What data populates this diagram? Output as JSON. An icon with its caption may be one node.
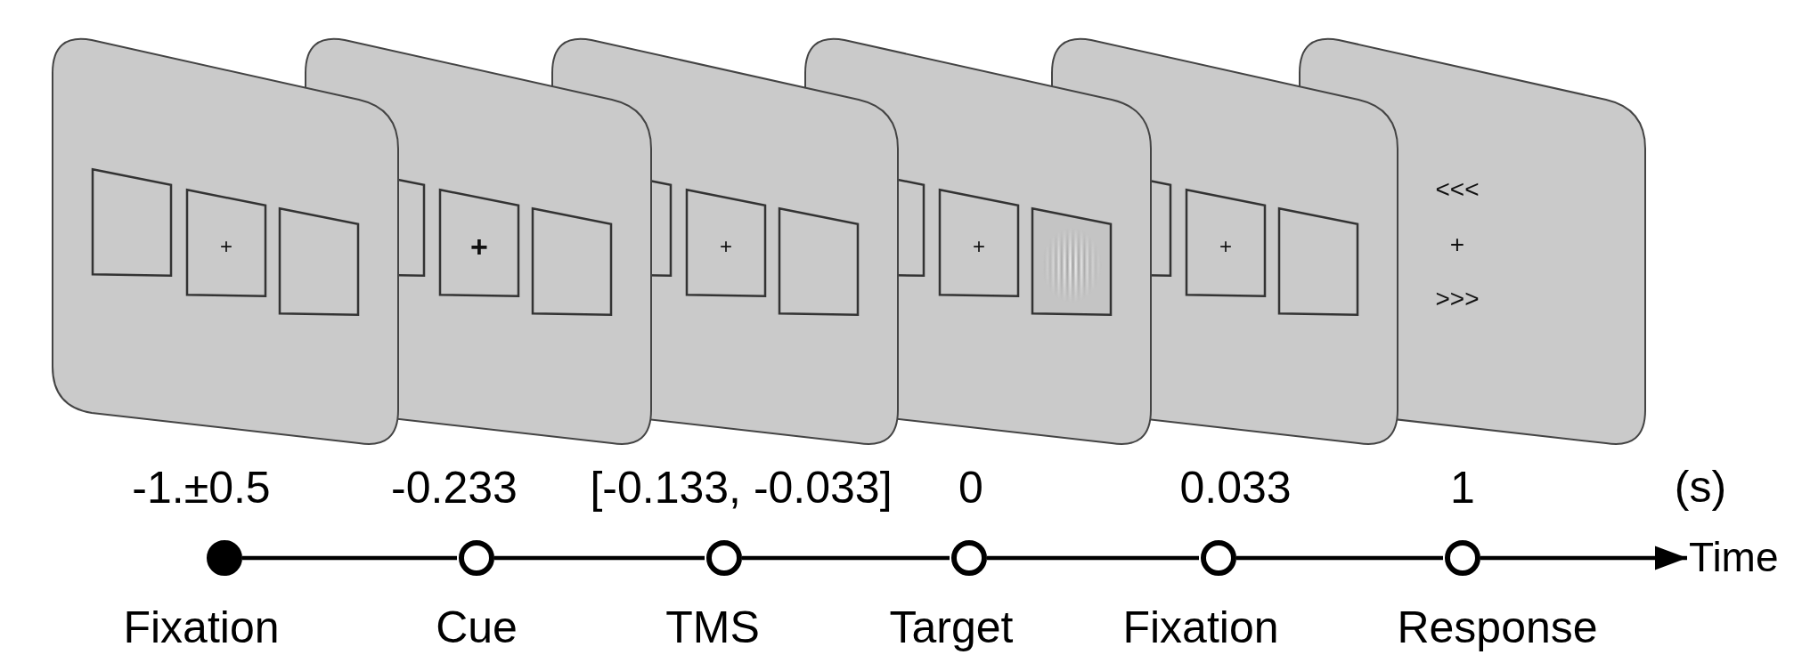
{
  "diagram": {
    "nodes": [
      {
        "text": [
          "+"
        ]
      },
      {
        "text": [
          "+"
        ]
      },
      {
        "text": [
          "+"
        ]
      },
      {
        "text": [
          "+"
        ]
      },
      {
        "text": [
          "+"
        ]
      },
      {
        "text": [
          "<<<",
          "+",
          ">>>"
        ]
      },
      {
        "text": [],
        "shape": "dot",
        "beside": [
          "-1.±0.5",
          "Fixation"
        ]
      },
      {
        "text": [],
        "shape": "circle",
        "beside": [
          "-0.233",
          "Cue"
        ]
      },
      {
        "text": [],
        "shape": "circle",
        "beside": [
          "[-0.133, -0.033]",
          "TMS"
        ]
      },
      {
        "text": [],
        "shape": "circle",
        "beside": [
          "0",
          "Target"
        ]
      },
      {
        "text": [],
        "shape": "circle",
        "beside": [
          "0.033",
          "Fixation"
        ]
      },
      {
        "text": [],
        "shape": "circle",
        "beside": [
          "1",
          "Response"
        ]
      },
      {
        "text": [
          "Time"
        ]
      }
    ],
    "edges": [
      {
        "from": 6,
        "to": 7,
        "arrow": "none"
      },
      {
        "from": 7,
        "to": 8,
        "arrow": "none"
      },
      {
        "from": 8,
        "to": 9,
        "arrow": "none"
      },
      {
        "from": 9,
        "to": 10,
        "arrow": "none"
      },
      {
        "from": 10,
        "to": 11,
        "arrow": "none"
      },
      {
        "from": 11,
        "to": 12,
        "arrow": "to"
      }
    ],
    "labels": [
      "(s)"
    ]
  }
}
